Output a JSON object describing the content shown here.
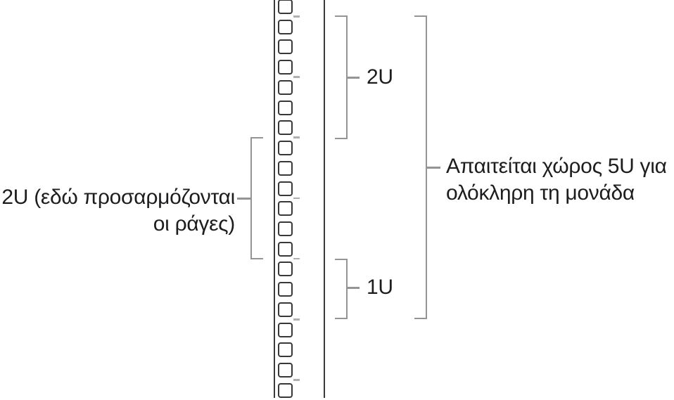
{
  "diagram": {
    "rail": {
      "hole_count": 20,
      "holes_per_unit": 3,
      "unit_tick_count": 7
    },
    "annotations": {
      "left_2u": {
        "line1": "2U (εδώ προσαρμόζονται",
        "line2": "οι ράγες)"
      },
      "top_2u_label": "2U",
      "bottom_1u_label": "1U",
      "total_5u": {
        "line1": "Απαιτείται χώρος 5U για",
        "line2": "ολόκληρη τη μονάδα"
      }
    },
    "colors": {
      "background": "#ffffff",
      "rail_line": "#3a3a3c",
      "hole_border": "#38383a",
      "bracket": "#949494",
      "unit_tick": "#b0b0b0",
      "text": "#1d1d1f"
    }
  }
}
